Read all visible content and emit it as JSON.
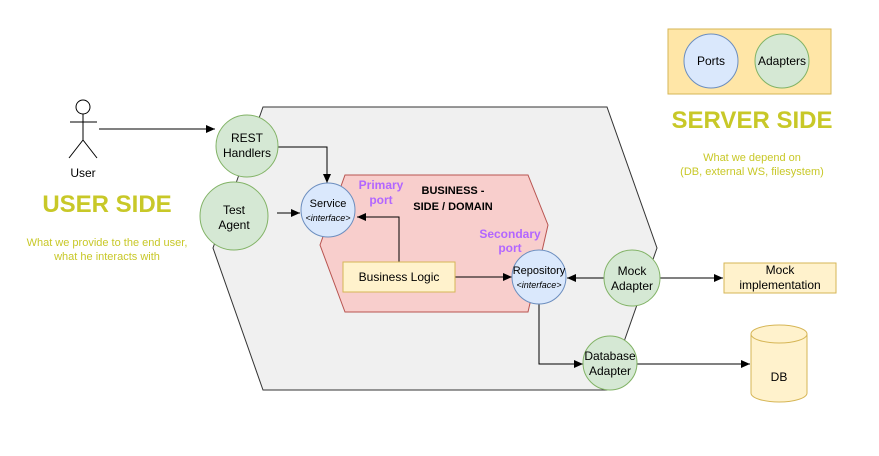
{
  "colors": {
    "hexagon_fill": "#f0f0f0",
    "domain_fill": "#f8cecc",
    "domain_stroke": "#b85450",
    "adapter_fill": "#d5e8d4",
    "adapter_stroke": "#82b366",
    "port_fill": "#dae8fc",
    "port_stroke": "#6c8ebf",
    "note_fill": "#fff2cc",
    "note_stroke": "#d6b656",
    "legend_fill": "#ffe6a7",
    "side_title": "#c8c828",
    "port_label": "#b266ff"
  },
  "user": {
    "label": "User"
  },
  "user_side": {
    "title": "USER SIDE",
    "desc_line1": "What we provide to the end user,",
    "desc_line2": "what he interacts with"
  },
  "server_side": {
    "title": "SERVER SIDE",
    "desc_line1": "What we depend on",
    "desc_line2": "(DB, external WS, filesystem)"
  },
  "legend": {
    "ports": "Ports",
    "adapters": "Adapters"
  },
  "domain": {
    "line1": "BUSINESS -",
    "line2": "SIDE / DOMAIN"
  },
  "primary_port": {
    "line1": "Primary",
    "line2": "port"
  },
  "secondary_port": {
    "line1": "Secondary",
    "line2": "port"
  },
  "rest_handlers": {
    "line1": "REST",
    "line2": "Handlers"
  },
  "test_agent": {
    "line1": "Test",
    "line2": "Agent"
  },
  "service": {
    "line1": "Service",
    "line2": "<interface>"
  },
  "business_logic": {
    "label": "Business Logic"
  },
  "repository": {
    "line1": "Repository",
    "line2": "<interface>"
  },
  "mock_adapter": {
    "line1": "Mock",
    "line2": "Adapter"
  },
  "database_adapter": {
    "line1": "Database",
    "line2": "Adapter"
  },
  "mock_implementation": {
    "line1": "Mock",
    "line2": "implementation"
  },
  "db": {
    "label": "DB"
  }
}
